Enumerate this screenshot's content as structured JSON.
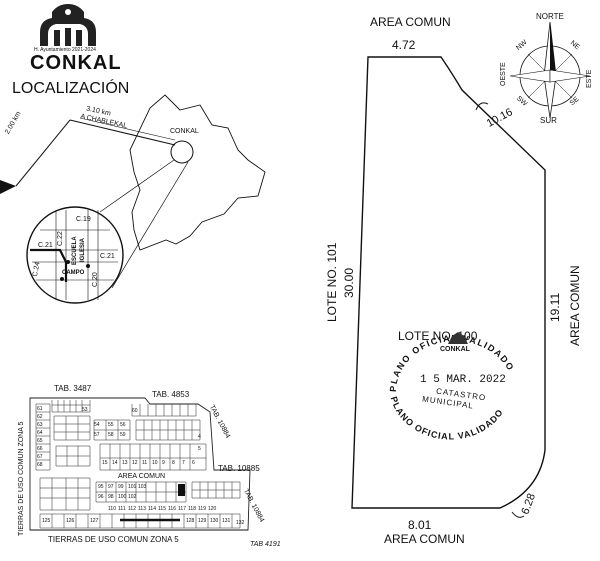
{
  "logo": {
    "admin_text": "H. Ayuntamiento 2021-2024",
    "name": "CONKAL"
  },
  "localizacion": {
    "title": "LOCALIZACIÓN",
    "road_km_left": "2.00 km",
    "road_km_top": "3.10 km",
    "road_label": "A CHABLEKAL",
    "town_label": "CONKAL",
    "inset": {
      "streets": [
        "C.19",
        "C.22",
        "C.21",
        "C.21",
        "C.24",
        "C.20"
      ],
      "landmarks": [
        "ESCUELA",
        "IGLESIA",
        "CAMPO"
      ]
    }
  },
  "subdivision": {
    "tab_labels": [
      "TAB. 3487",
      "TAB. 4853",
      "TAB. 10884",
      "TAB. 10885",
      "TAB. 10884",
      "TAB 4191"
    ],
    "zone_left": "TIERRAS DE USO COMUN ZONA 5",
    "zone_bottom": "TIERRAS DE USO COMUN ZONA 5",
    "area_comun": "AREA COMUN",
    "lot_numbers_row1": [
      "61",
      "62",
      "63",
      "64",
      "65",
      "66",
      "67",
      "68"
    ],
    "lot_numbers_row2": [
      "53",
      "54",
      "55",
      "56",
      "57",
      "58",
      "59",
      "60"
    ],
    "lot_numbers_row3": [
      "15",
      "14",
      "13",
      "12",
      "11",
      "10",
      "9",
      "8",
      "7",
      "6",
      "5",
      "4"
    ],
    "lot_numbers_row4": [
      "95",
      "96",
      "97",
      "98",
      "99",
      "100",
      "101",
      "102",
      "103"
    ],
    "lot_numbers_row5": [
      "110",
      "111",
      "112",
      "113",
      "114",
      "115",
      "116",
      "117",
      "118",
      "119",
      "120"
    ],
    "lot_numbers_row6": [
      "125",
      "126",
      "127",
      "128",
      "129",
      "130",
      "131",
      "132"
    ]
  },
  "lot_plan": {
    "top_label": "AREA COMUN",
    "top_dim": "4.72",
    "corner_dim_top": "10.16",
    "left_label": "LOTE NO. 101",
    "left_dim": "30.00",
    "right_dim": "19.11",
    "right_label": "AREA COMUN",
    "center_label": "LOTE NO. 100",
    "bottom_dim": "8.01",
    "corner_dim_bottom": "6.28",
    "bottom_label": "AREA COMUN"
  },
  "compass": {
    "north": "NORTE",
    "south": "SUR",
    "east": "ESTE",
    "west": "OESTE",
    "ne": "NE",
    "nw": "NW",
    "se": "SE",
    "sw": "SW"
  },
  "stamp": {
    "top_arc": "PLANO OFICIAL VALIDADO",
    "logo_name": "CONKAL",
    "date": "1 5 MAR. 2022",
    "dept1": "CATASTRO",
    "dept2": "MUNICIPAL",
    "bottom_arc": "PLANO OFICIAL VALIDADO"
  }
}
